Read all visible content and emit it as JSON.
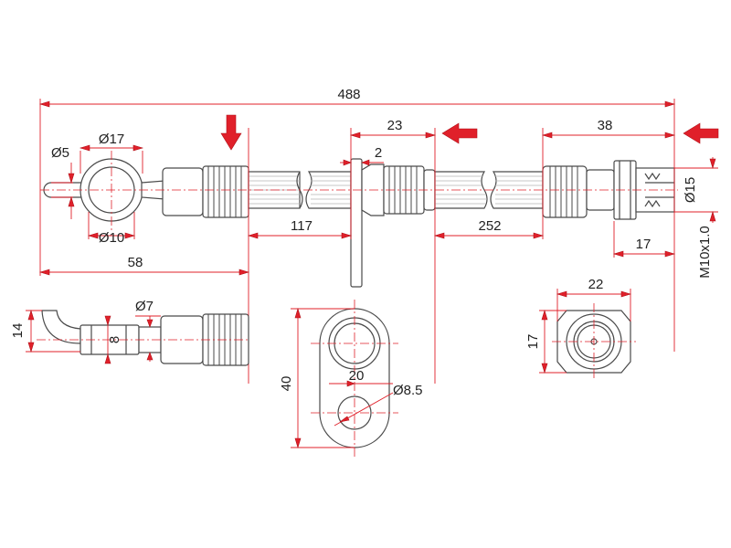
{
  "dimensions": {
    "total_length": "488",
    "eye_diameter": "Ø17",
    "pin_diameter": "Ø5",
    "eye_bore_diameter": "Ø10",
    "eye_to_crimp": "58",
    "bracket_offset": "23",
    "bracket_thickness": "2",
    "crimp_to_bracket": "117",
    "bracket_to_fitting": "252",
    "fitting_length": "38",
    "fitting_diameter": "Ø15",
    "nut_length": "17",
    "thread_size": "M10x1.0",
    "side_height": "14",
    "side_ferrule_height": "8",
    "side_tube_diameter": "Ø7",
    "bracket_height": "40",
    "bracket_hole_spacing": "20",
    "bracket_hole_diameter": "Ø8.5",
    "nut_width": "22",
    "nut_height": "17"
  }
}
